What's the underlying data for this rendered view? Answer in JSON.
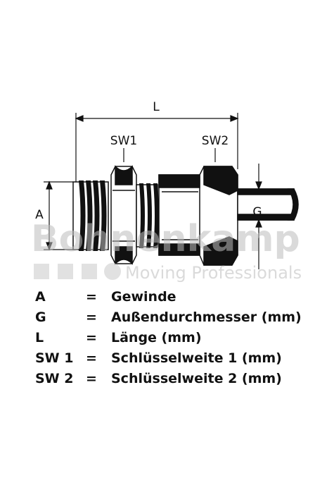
{
  "diagram": {
    "dimensions": {
      "length": "L",
      "wrench_1": "SW1",
      "wrench_2": "SW2",
      "thread": "A",
      "outer_diameter": "G"
    },
    "watermark": {
      "brand": "Bohnenkamp",
      "tagline": "Moving Professionals"
    }
  },
  "legend": [
    {
      "symbol": "A",
      "eq": "=",
      "desc": "Gewinde"
    },
    {
      "symbol": "G",
      "eq": "=",
      "desc": "Außendurchmesser (mm)"
    },
    {
      "symbol": "L",
      "eq": "=",
      "desc": "Länge (mm)"
    },
    {
      "symbol": "SW 1",
      "eq": "=",
      "desc": "Schlüsselweite 1 (mm)"
    },
    {
      "symbol": "SW 2",
      "eq": "=",
      "desc": "Schlüsselweite 2 (mm)"
    }
  ]
}
